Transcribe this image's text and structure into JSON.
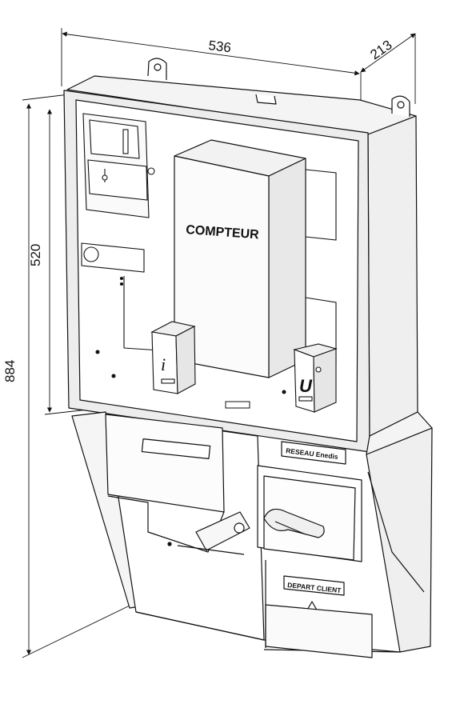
{
  "dimensions": {
    "width": "536",
    "depth": "213",
    "height_total": "884",
    "height_upper": "520"
  },
  "labels": {
    "meter": "COMPTEUR",
    "network": "RESEAU Enedis",
    "customer_outlet": "DEPART CLIENT",
    "symbol_i": "i",
    "symbol_u": "U"
  }
}
